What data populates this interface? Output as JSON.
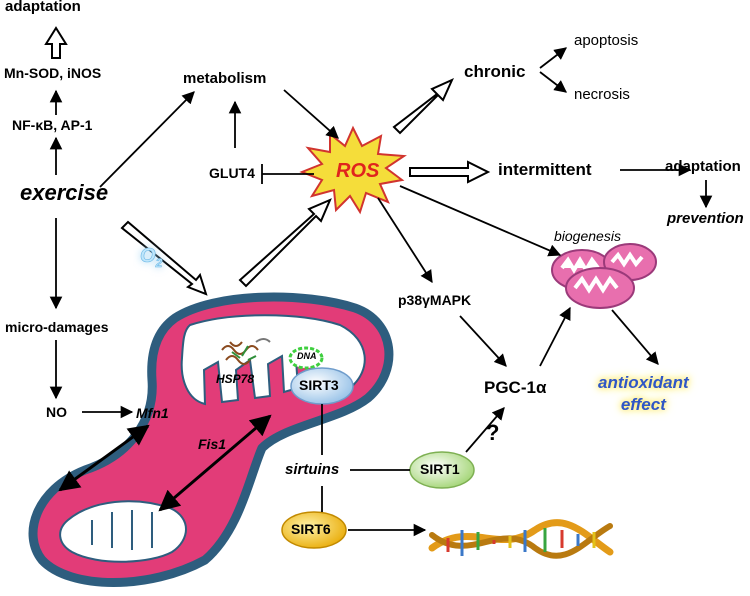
{
  "labels": {
    "adaptation_top": "adaptation",
    "mnsod": "Mn-SOD, iNOS",
    "nfkb": "NF-κB, AP-1",
    "metabolism": "metabolism",
    "exercise": "exercise",
    "o2": "O2",
    "glut4": "GLUT4",
    "ros": "ROS",
    "chronic": "chronic",
    "apoptosis": "apoptosis",
    "necrosis": "necrosis",
    "intermittent": "intermittent",
    "adaptation_right": "adaptation",
    "prevention": "prevention",
    "biogenesis": "biogenesis",
    "p38": "p38γMAPK",
    "pgc": "PGC-1α",
    "question": "?",
    "micro_damages": "micro-damages",
    "no": "NO",
    "mfn1": "Mfn1",
    "fis1": "Fis1",
    "hsp78": "HSP78",
    "dna": "DNA",
    "antioxidant_line1": "antioxidant",
    "antioxidant_line2": "effect",
    "sirt3": "SIRT3",
    "sirtuins": "sirtuins",
    "sirt1": "SIRT1",
    "sirt6": "SIRT6"
  },
  "colors": {
    "mito_fill": "#e23c78",
    "mito_outline": "#2e5d7e",
    "ros_fill": "#f5dd3a",
    "ros_outline": "#d1342f",
    "ros_text": "#e0241d",
    "sirt3_fill": "#bcd9f1",
    "sirt1_fill": "#c9e6a4",
    "sirt6_fill": "#f2c318",
    "antioxidant_text": "#2f56c6",
    "antioxidant_glow": "#ffe85a",
    "o2_color": "#9fd6f5"
  }
}
